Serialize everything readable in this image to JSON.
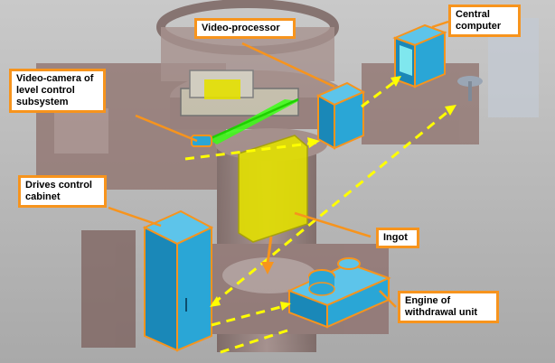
{
  "labels": {
    "video_processor": "Video-processor",
    "central_computer": "Central computer",
    "video_camera": "Video-camera of level control subsystem",
    "drives_cabinet": "Drives control cabinet",
    "ingot": "Ingot",
    "engine": "Engine of withdrawal unit"
  },
  "colors": {
    "label_border": "#f7941d",
    "leader_line": "#f7941d",
    "data_link": "#ffff00",
    "equipment": "#2aa6d6",
    "equipment_edge": "#0d4d6e",
    "ingot": "#e3e000",
    "laser": "#39ff14",
    "furnace_structure": "#8a6a66",
    "background": "#bdbdbd"
  }
}
